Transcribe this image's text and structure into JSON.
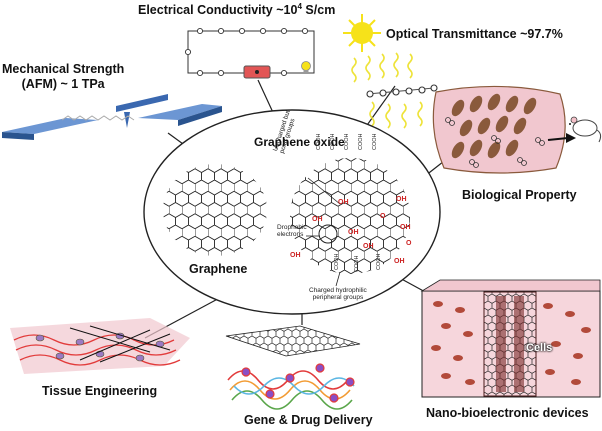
{
  "labels": {
    "electrical_prefix": "Electrical Conductivity ~10",
    "electrical_exp": "4",
    "electrical_suffix": " S/cm",
    "optical": "Optical Transmittance ~97.7%",
    "mechanical_line1": "Mechanical Strength",
    "mechanical_line2": "(AFM) ~ 1 TPa",
    "graphene_oxide": "Graphene oxide",
    "graphene": "Graphene",
    "biological": "Biological Property",
    "tissue": "Tissue Engineering",
    "gene_drug": "Gene & Drug Delivery",
    "nano": "Nano-bioelectronic devices",
    "cells": "Cells"
  },
  "go_annotations": {
    "uncharged_line1": "Uncharged but",
    "uncharged_line2": "polar groups",
    "hydrophobic_line1": "Drophobic",
    "hydrophobic_line2": "electrons",
    "charged_line1": "Charged hydrophilic",
    "charged_line2": "peripheral groups"
  },
  "functional_groups": {
    "cooh": "COOH",
    "oh": "OH",
    "o": "O"
  },
  "colors": {
    "outline": "#111111",
    "group_red": "#cc2222",
    "slab_blue": "#3a68b0",
    "sun_yellow": "#f6e21a",
    "wave_yellow": "#eee33a",
    "tissue_pink": "#f1c7cf",
    "cell_brown": "#8a5a3c",
    "strand_red": "#e23b3b",
    "strand_orange": "#f29b33",
    "strand_green": "#5aa64a",
    "circuit_red": "#e25555"
  },
  "icons": [
    "sun-icon",
    "bulb-icon",
    "mouse-icon",
    "arrow-icon"
  ]
}
